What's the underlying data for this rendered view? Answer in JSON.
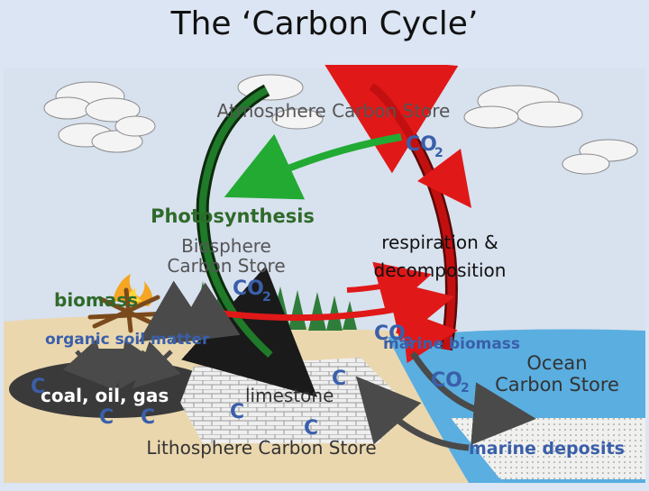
{
  "title": "The ‘Carbon Cycle’",
  "stores": {
    "atmosphere": "Atmosphere Carbon Store",
    "biosphere_line1": "Biosphere",
    "biosphere_line2": "Carbon Store",
    "ocean_line1": "Ocean",
    "ocean_line2": "Carbon Store",
    "lithosphere": "Lithosphere Carbon Store"
  },
  "labels": {
    "co2_top": "CO",
    "photosynthesis": "Photosynthesis",
    "respiration_line1": "respiration &",
    "respiration_line2": "decomposition",
    "biomass": "biomass",
    "co2_bio": "CO",
    "organic_soil": "organic soil matter",
    "marine_biomass": "marine biomass",
    "co2_sea": "CO",
    "co2_ocean": "CO",
    "coal": "coal, oil, gas",
    "limestone": "limestone",
    "marine_deposits": "marine deposits",
    "subscript": "2",
    "carbon": "C"
  },
  "colors": {
    "sky": "#d8e1ee",
    "ground": "#ead7ae",
    "sea": "#5aaee0",
    "dark_deposit": "#3a3a3a",
    "blue_text": "#3a5faa",
    "green_text": "#2f6a2a",
    "arrow_red": "#e01818",
    "arrow_green": "#22aa33",
    "arrow_grey": "#4a4a4a"
  }
}
